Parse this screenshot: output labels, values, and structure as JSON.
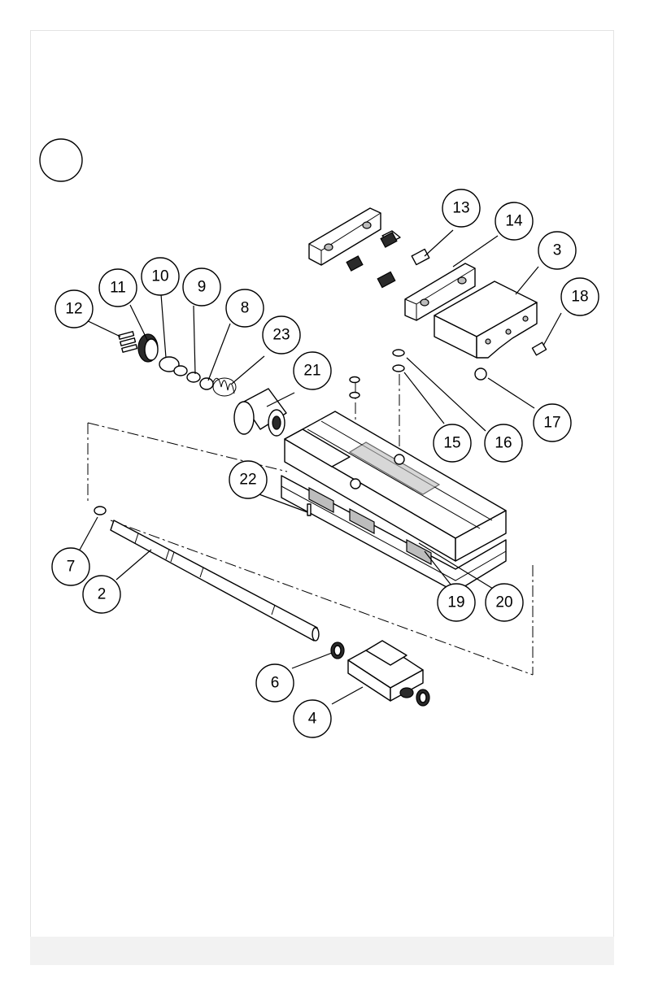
{
  "callouts": [
    {
      "id": "callout-13",
      "label": "13"
    },
    {
      "id": "callout-14",
      "label": "14"
    },
    {
      "id": "callout-3",
      "label": "3"
    },
    {
      "id": "callout-18",
      "label": "18"
    },
    {
      "id": "callout-11",
      "label": "11"
    },
    {
      "id": "callout-10",
      "label": "10"
    },
    {
      "id": "callout-9",
      "label": "9"
    },
    {
      "id": "callout-12",
      "label": "12"
    },
    {
      "id": "callout-8",
      "label": "8"
    },
    {
      "id": "callout-23",
      "label": "23"
    },
    {
      "id": "callout-21",
      "label": "21"
    },
    {
      "id": "callout-15",
      "label": "15"
    },
    {
      "id": "callout-16",
      "label": "16"
    },
    {
      "id": "callout-17",
      "label": "17"
    },
    {
      "id": "callout-22",
      "label": "22"
    },
    {
      "id": "callout-7",
      "label": "7"
    },
    {
      "id": "callout-2",
      "label": "2"
    },
    {
      "id": "callout-19",
      "label": "19"
    },
    {
      "id": "callout-20",
      "label": "20"
    },
    {
      "id": "callout-6",
      "label": "6"
    },
    {
      "id": "callout-4",
      "label": "4"
    }
  ],
  "colors": {
    "line": "#000000",
    "background": "#ffffff",
    "footer": "#f2f2f2"
  }
}
